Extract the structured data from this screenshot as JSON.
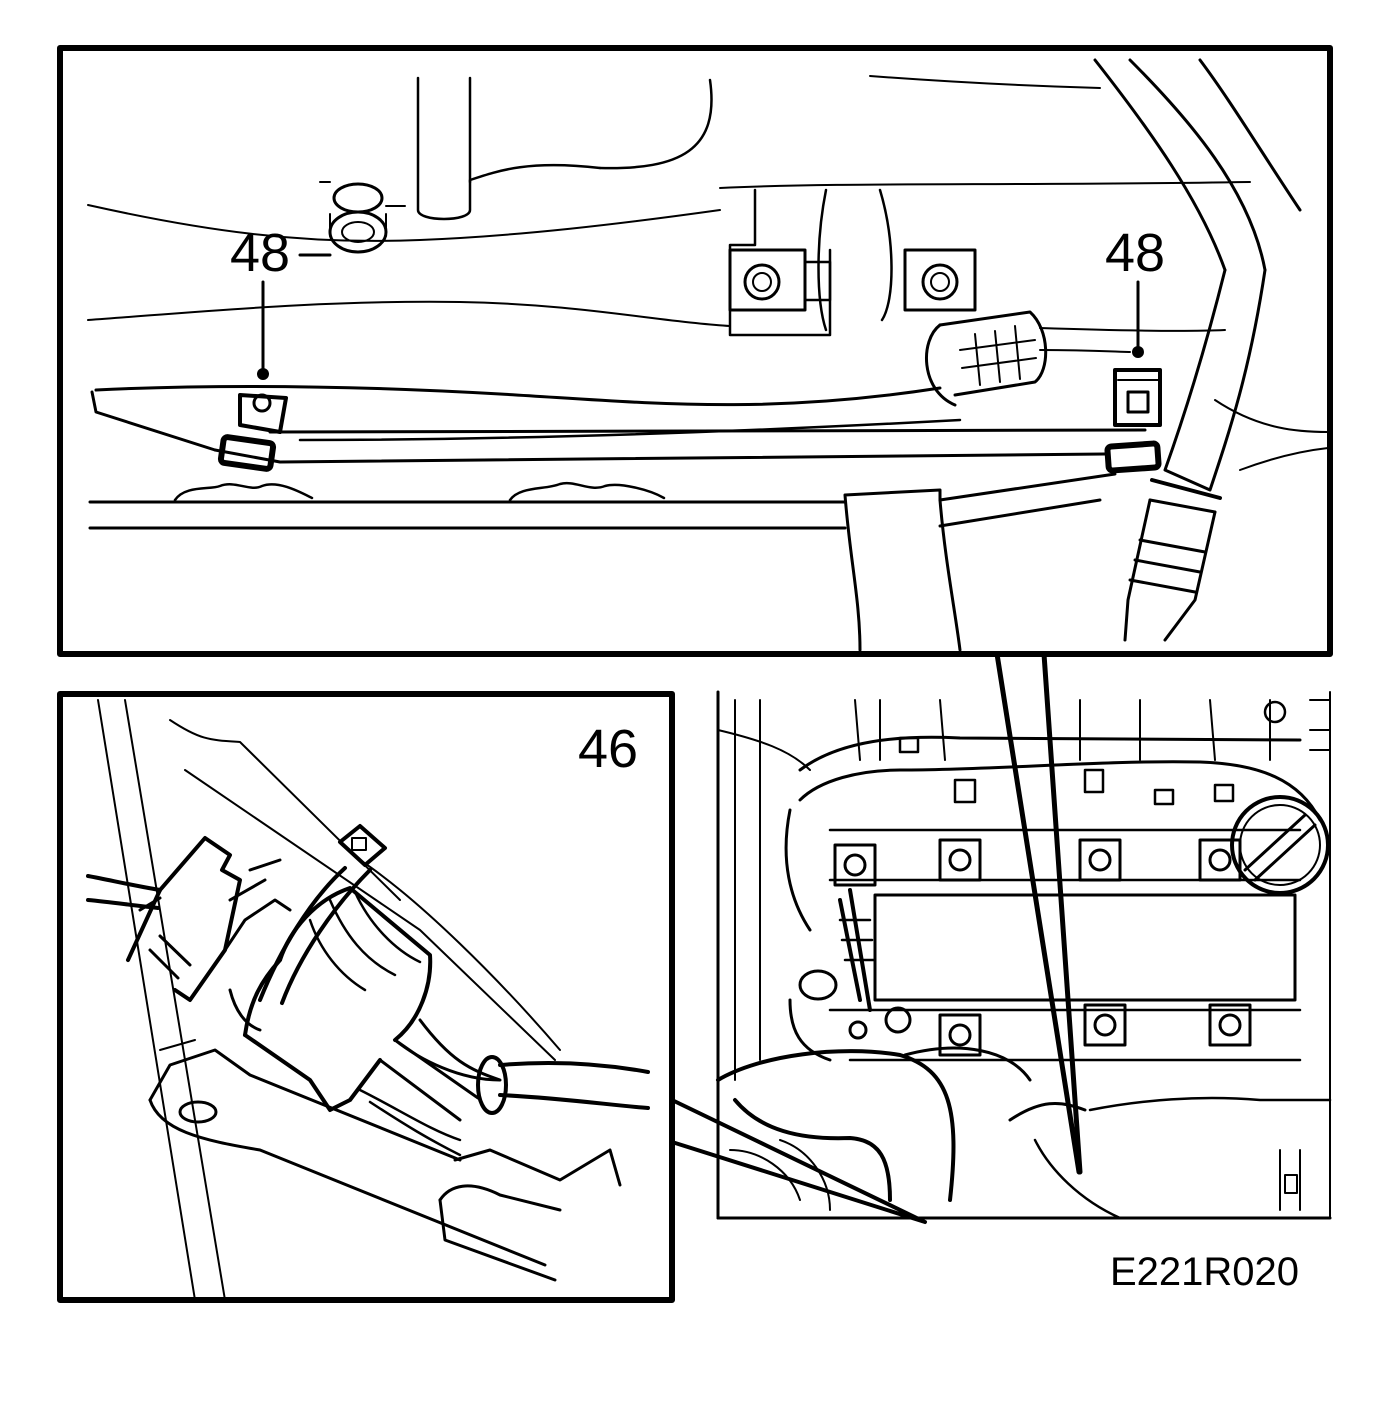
{
  "callouts": {
    "left_48": "48",
    "right_48": "48",
    "inset_46": "46"
  },
  "figure_code": "E221R020",
  "colors": {
    "ink": "#000000",
    "paper": "#ffffff"
  }
}
